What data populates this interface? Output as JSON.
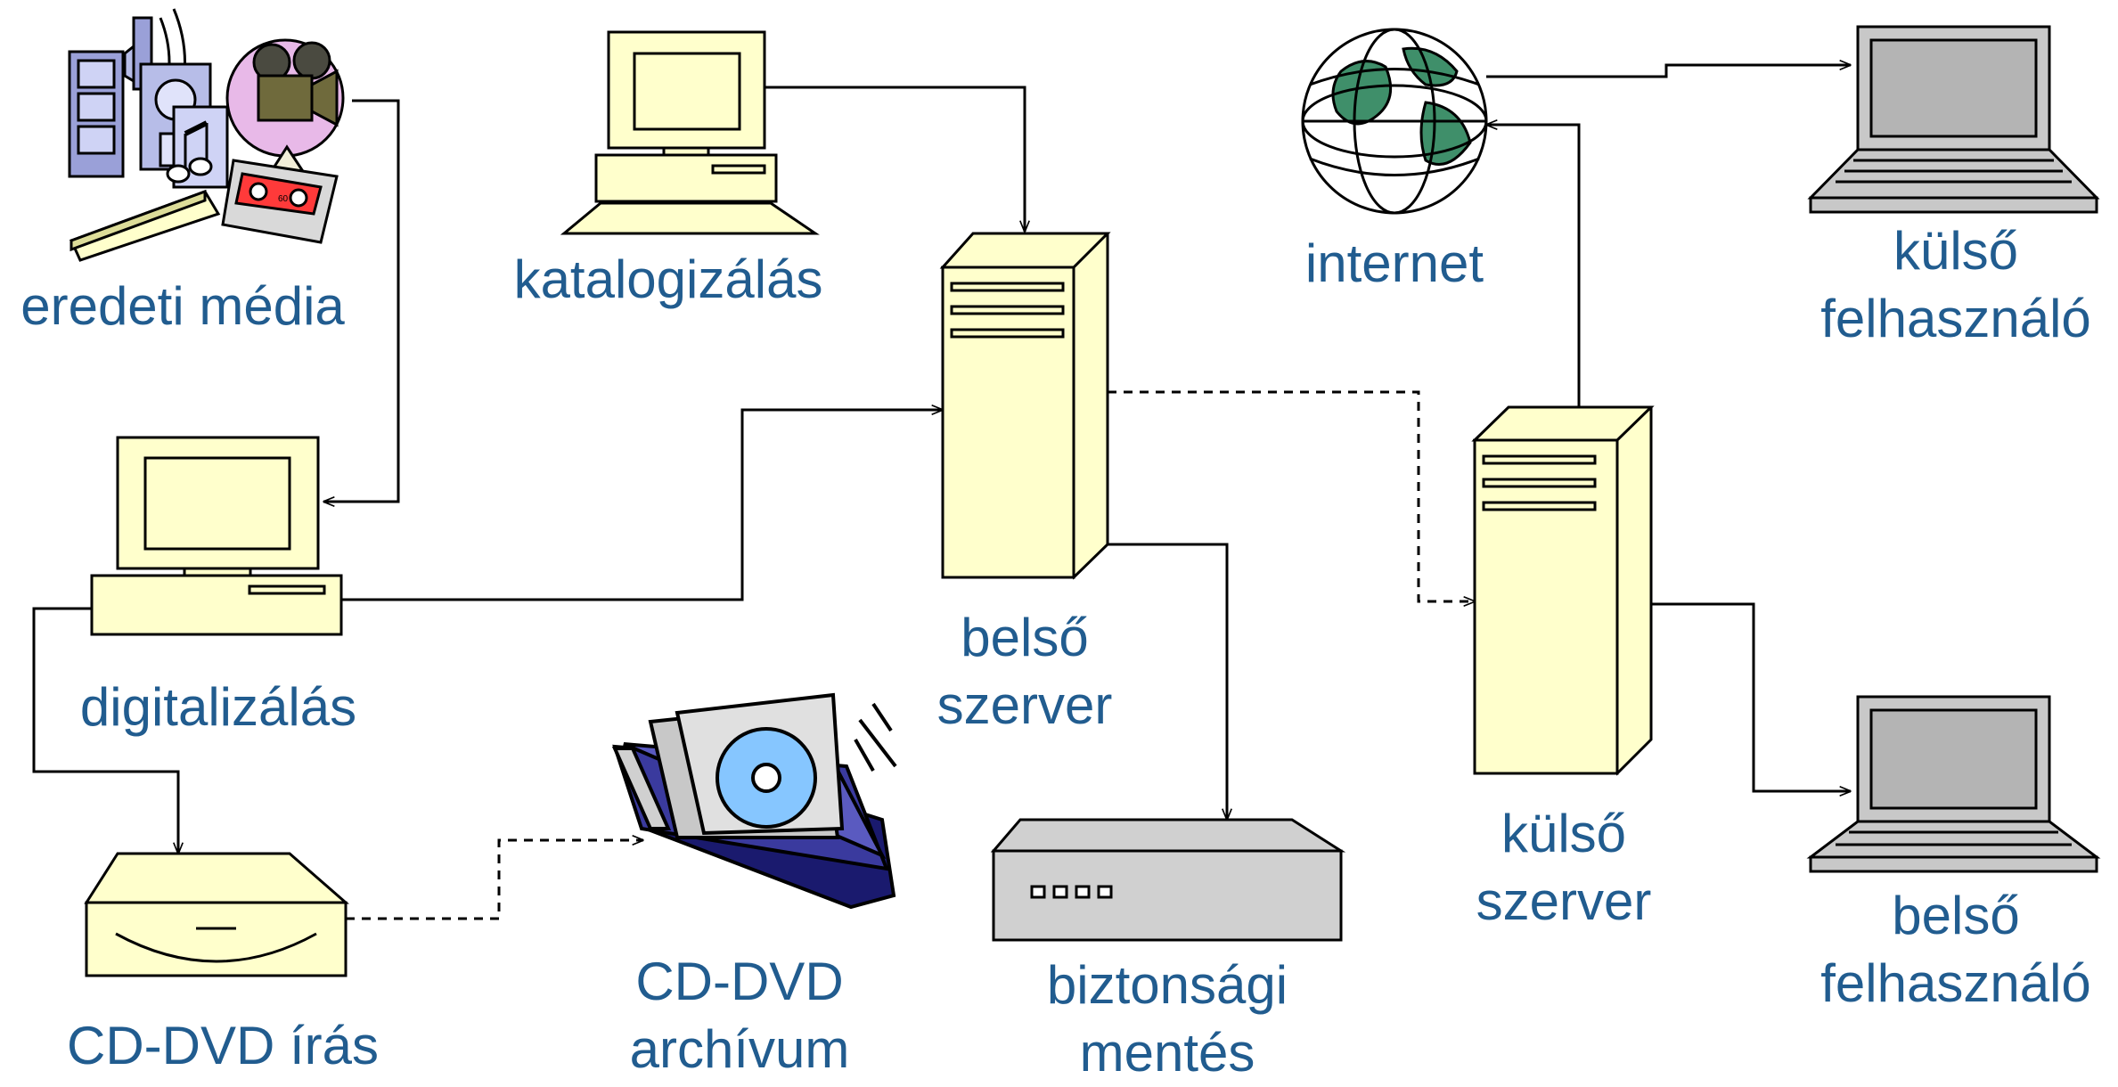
{
  "labels": {
    "original_media": "eredeti média",
    "cataloging": "katalogizálás",
    "internet": "internet",
    "external_user": [
      "külső",
      "felhasználó"
    ],
    "digitizing": "digitalizálás",
    "internal_server": [
      "belső",
      "szerver"
    ],
    "external_server": [
      "külső",
      "szerver"
    ],
    "internal_user": [
      "belső",
      "felhasználó"
    ],
    "cd_dvd_writing": "CD-DVD írás",
    "cd_dvd_archive": [
      "CD-DVD",
      "archívum"
    ],
    "backup": [
      "biztonsági",
      "mentés"
    ]
  },
  "device_panel_labels": {
    "cassette": "60"
  },
  "colors": {
    "label_text": "#215c8f",
    "device_fill": "#ffffcc",
    "device_stroke": "#000000",
    "laptop_fill": "#c8c8c8",
    "backup_fill": "#d0d0d0",
    "connector": "#000000"
  }
}
